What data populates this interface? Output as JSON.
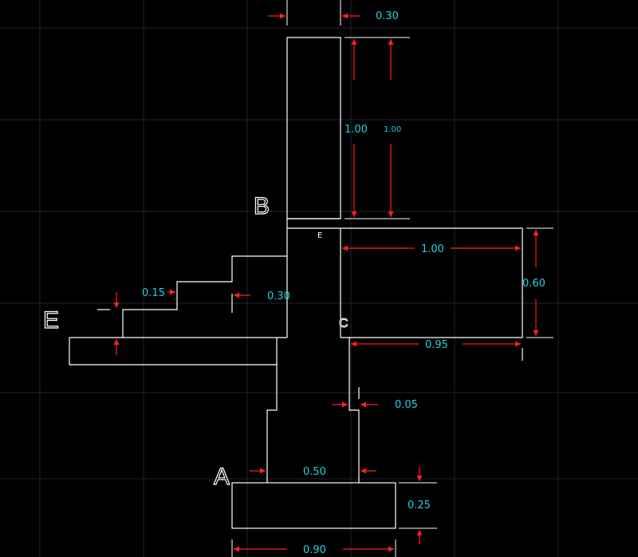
{
  "colors": {
    "background": "#000000",
    "grid": "#1f2330",
    "outline": "#ffffff",
    "dimension_line": "#ff2020",
    "dimension_text": "#22d3dc"
  },
  "points": {
    "A": "A",
    "B": "B",
    "C": "C",
    "E_left": "E",
    "E_small": "E"
  },
  "dimensions": {
    "top_width": "0.30",
    "height_inner": "1.00",
    "height_outer": "1.00",
    "right_span": "1.00",
    "right_height": "0.60",
    "bottom_right": "0.95",
    "step_riser": "0.15",
    "step_tread": "0.30",
    "offset": "0.05",
    "pier_width": "0.50",
    "footing_height": "0.25",
    "footing_width": "0.90"
  }
}
